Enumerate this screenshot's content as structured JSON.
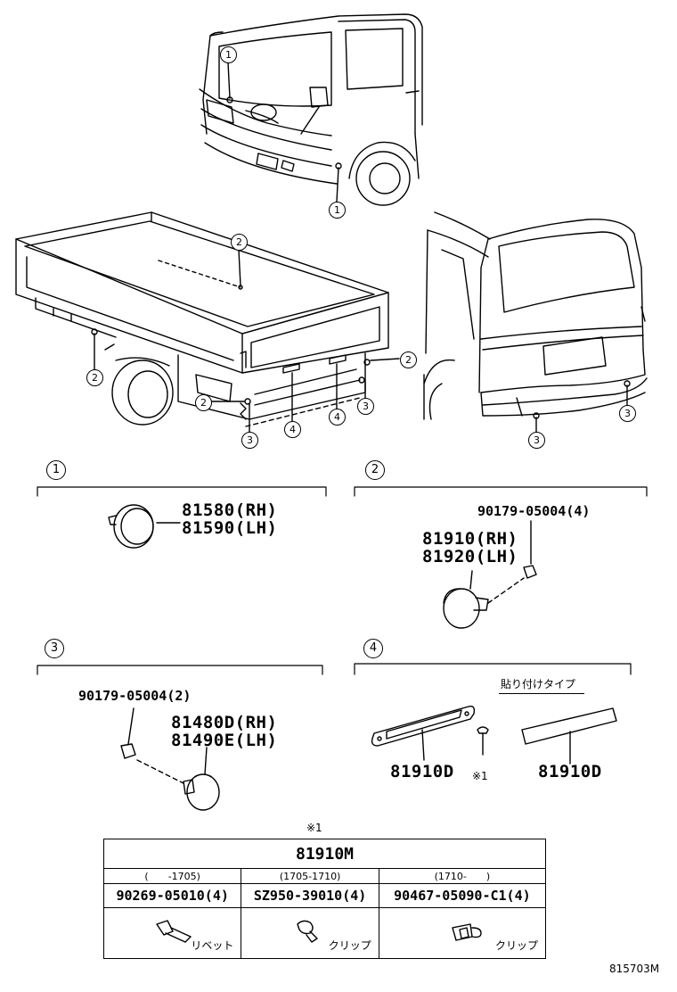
{
  "callouts": {
    "c1": "1",
    "c2": "2",
    "c3": "3",
    "c4": "4"
  },
  "sections": [
    {
      "number": "1",
      "parts": [
        "81580(RH)",
        "81590(LH)"
      ]
    },
    {
      "number": "2",
      "bolt": "90179-05004(4)",
      "parts": [
        "81910(RH)",
        "81920(LH)"
      ]
    },
    {
      "number": "3",
      "bolt": "90179-05004(2)",
      "parts": [
        "81480D(RH)",
        "81490E(LH)"
      ]
    },
    {
      "number": "4",
      "type_note": "貼り付けタイプ",
      "part_left": "81910D",
      "note_ref": "※1",
      "part_right": "81910D"
    }
  ],
  "table": {
    "note": "※1",
    "title": "81910M",
    "columns": [
      {
        "range": "(　　-1705)",
        "part": "90269-05010(4)",
        "item": "リベット"
      },
      {
        "range": "(1705-1710)",
        "part": "SZ950-39010(4)",
        "item": "クリップ"
      },
      {
        "range": "(1710-　　)",
        "part": "90467-05090-C1(4)",
        "item": "クリップ"
      }
    ]
  },
  "diagram_code": "815703M"
}
